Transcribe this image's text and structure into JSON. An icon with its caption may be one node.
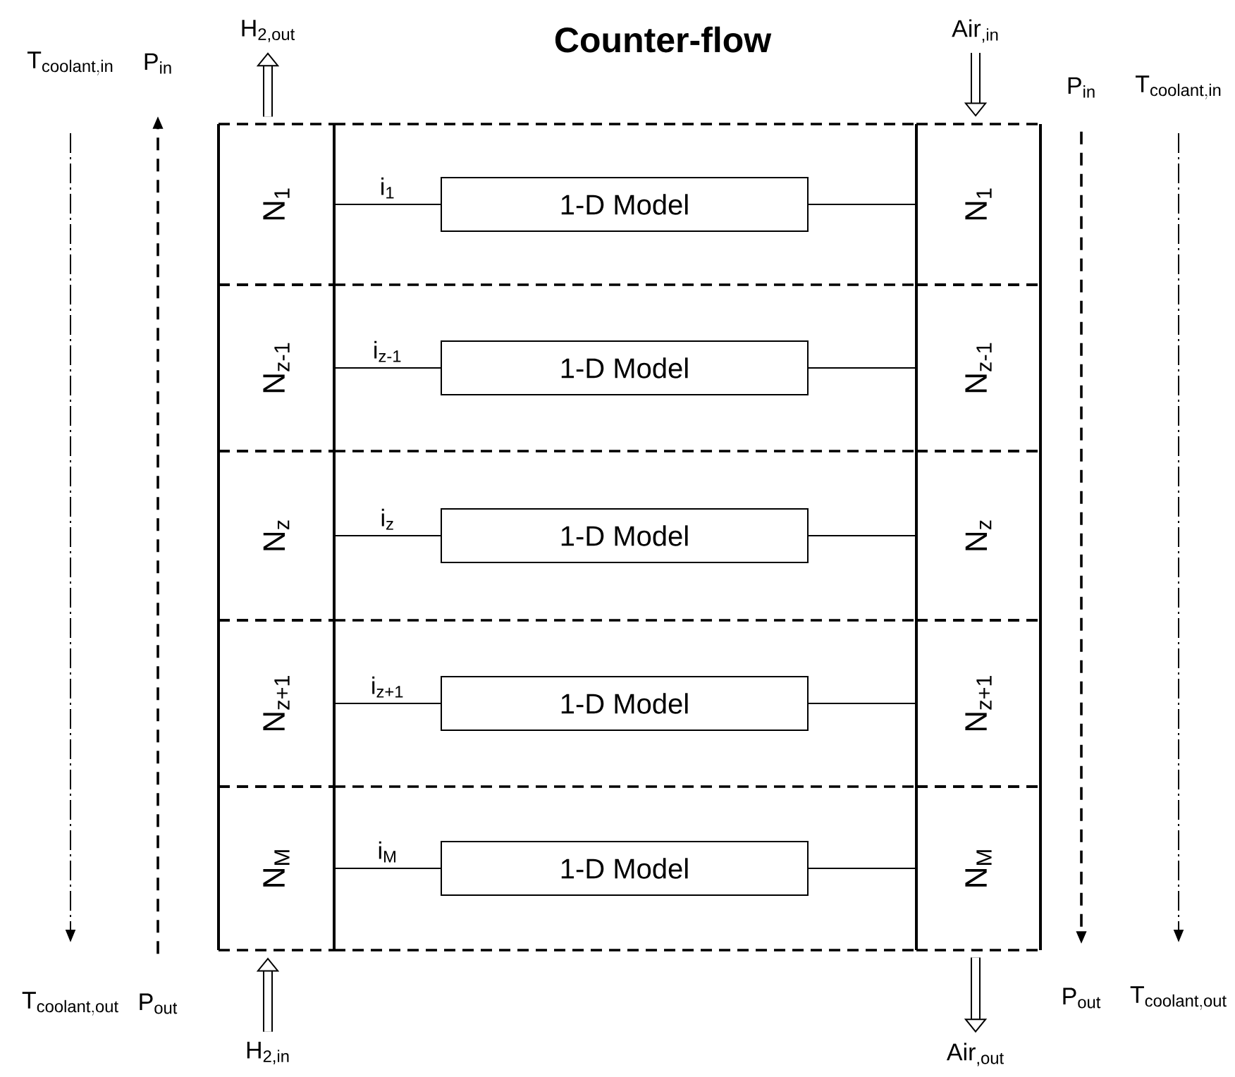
{
  "diagram": {
    "title": "Counter-flow",
    "nodes": [
      {
        "text": [
          "\\mathrm{T}_{\\mathrm{coolant,in}}"
        ]
      },
      {
        "text": [
          "P$_{in}$"
        ]
      },
      {
        "text": [
          "H$_{2,out}$"
        ]
      },
      {
        "text": [
          "Air$_{,in}$"
        ]
      },
      {
        "text": [
          "P$_{in}$"
        ]
      },
      {
        "text": [
          "\\mathrm{T}_{\\mathrm{coolant,in}}"
        ]
      },
      {
        "text": [
          "N$_{1}$"
        ]
      },
      {
        "text": [
          "1-D Model"
        ]
      },
      {
        "text": [
          "N$_{1}$"
        ]
      },
      {
        "text": [
          "N$_{z-1}$"
        ]
      },
      {
        "text": [
          "1-D Model"
        ]
      },
      {
        "text": [
          "N$_{z-1}$"
        ]
      },
      {
        "text": [
          "N$_{z}$"
        ]
      },
      {
        "text": [
          "1-D Model"
        ]
      },
      {
        "text": [
          "N$_{z}$"
        ]
      },
      {
        "text": [
          "N$_{z+1}$"
        ]
      },
      {
        "text": [
          "1-D Model"
        ]
      },
      {
        "text": [
          "N$_{z+1}$"
        ]
      },
      {
        "text": [
          "N$_{M}$"
        ]
      },
      {
        "text": [
          "1-D Model"
        ]
      },
      {
        "text": [
          "N$_{M}$"
        ]
      },
      {
        "text": [
          "\\mathrm{T}_{\\mathrm{coolant,out}}"
        ]
      },
      {
        "text": [
          "P$_{out}$"
        ]
      },
      {
        "text": [
          "H$_{2,in}$"
        ]
      },
      {
        "text": [
          "Air$_{,out}$"
        ]
      },
      {
        "text": [
          "P$_{out}$"
        ]
      },
      {
        "text": [
          "\\mathrm{T}_{\\mathrm{coolant,out}}"
        ]
      }
    ],
    "edges": [
      {
        "from": 0,
        "to": 21,
        "arrow": "to",
        "style": "dashed"
      },
      {
        "from": 22,
        "to": 1,
        "arrow": "to",
        "style": "dashed"
      },
      {
        "from": 6,
        "to": 2,
        "arrow": "to",
        "style": "thick"
      },
      {
        "from": 3,
        "to": 8,
        "arrow": "to",
        "style": "thick"
      },
      {
        "from": 4,
        "to": 25,
        "arrow": "to",
        "style": "dashed"
      },
      {
        "from": 5,
        "to": 26,
        "arrow": "to",
        "style": "dashed"
      },
      {
        "from": 6,
        "to": 7,
        "arrow": "none",
        "label": "i$_{1}$"
      },
      {
        "from": 7,
        "to": 8,
        "arrow": "none"
      },
      {
        "from": 9,
        "to": 10,
        "arrow": "none",
        "label": "i$_{z-1}$"
      },
      {
        "from": 10,
        "to": 11,
        "arrow": "none"
      },
      {
        "from": 12,
        "to": 13,
        "arrow": "none",
        "label": "i$_{z}$"
      },
      {
        "from": 13,
        "to": 14,
        "arrow": "none"
      },
      {
        "from": 15,
        "to": 16,
        "arrow": "none",
        "label": "i$_{z+1}$"
      },
      {
        "from": 16,
        "to": 17,
        "arrow": "none"
      },
      {
        "from": 18,
        "to": 19,
        "arrow": "none",
        "label": "i$_{M}$"
      },
      {
        "from": 19,
        "to": 20,
        "arrow": "none"
      },
      {
        "from": 23,
        "to": 18,
        "arrow": "to",
        "style": "thick"
      },
      {
        "from": 20,
        "to": 24,
        "arrow": "to",
        "style": "thick"
      }
    ]
  }
}
